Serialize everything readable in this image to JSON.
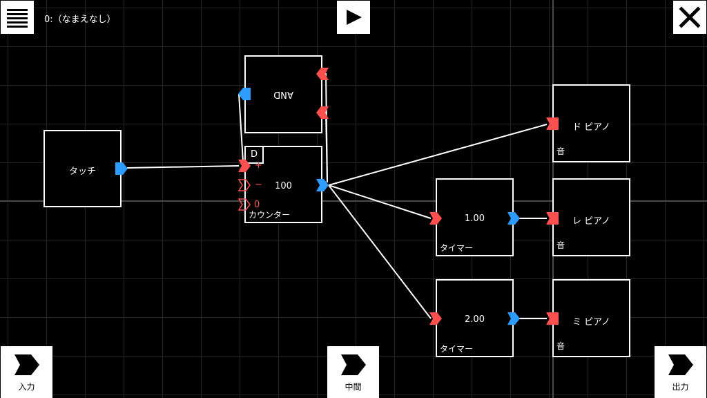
{
  "header": {
    "title": "0:（なまえなし）"
  },
  "nodes": {
    "touch": {
      "label": "タッチ"
    },
    "and": {
      "label": "AND"
    },
    "counter": {
      "flag": "D",
      "value": "100",
      "type": "カウンター",
      "ports": {
        "plus": "+",
        "minus": "−",
        "reset": "0"
      }
    },
    "timer1": {
      "value": "1.00",
      "type": "タイマー"
    },
    "timer2": {
      "value": "2.00",
      "type": "タイマー"
    },
    "piano_do": {
      "label": "ド ピアノ",
      "type": "音"
    },
    "piano_re": {
      "label": "レ ピアノ",
      "type": "音"
    },
    "piano_mi": {
      "label": "ミ ピアノ",
      "type": "音"
    }
  },
  "bottom_nav": {
    "input": "入力",
    "middle": "中間",
    "output": "出力"
  },
  "colors": {
    "background": "#000000",
    "input_port": "#ff4f4f",
    "output_port": "#2d9bff",
    "wire": "#ffffff"
  },
  "icons": {
    "menu": "hamburger-icon",
    "play": "play-icon",
    "close": "close-icon",
    "nav": "arrow-right-icon"
  }
}
